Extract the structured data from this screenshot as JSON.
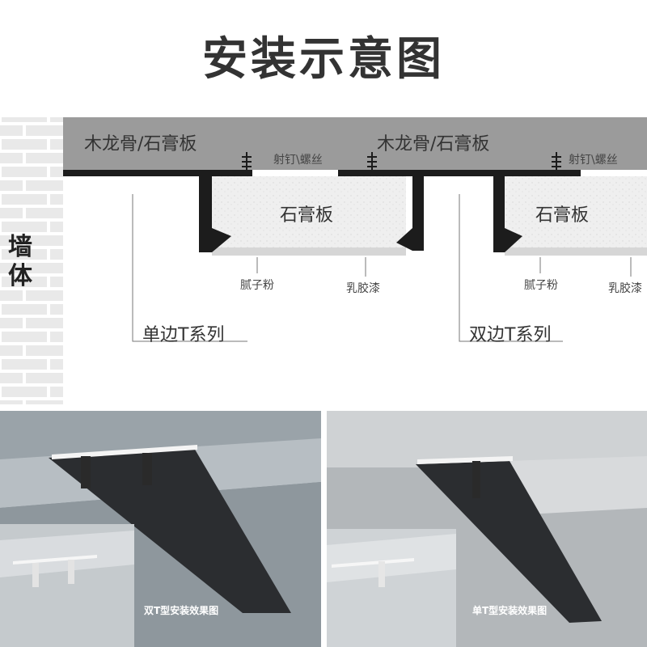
{
  "title": "安装示意图",
  "wall_label": [
    "墙",
    "体"
  ],
  "diagram": {
    "left_ceiling_label": "木龙骨/石膏板",
    "right_ceiling_label": "木龙骨/石膏板",
    "screw_label_left": "射钉\\螺丝",
    "screw_label_right": "射钉\\螺丝",
    "board_label_left": "石膏板",
    "board_label_right": "石膏板",
    "putty_label_left": "腻子粉",
    "latex_label_left": "乳胶漆",
    "putty_label_right": "腻子粉",
    "latex_label_right": "乳胶漆",
    "series_single": "单边T系列",
    "series_double": "双边T系列"
  },
  "photos": {
    "left_caption": "双T型安装效果图",
    "right_caption": "单T型安装效果图"
  },
  "colors": {
    "ceiling_band": "#9b9b9b",
    "profile": "#1c1c1c",
    "board": "#efefef",
    "wall": "#e6e6e6"
  }
}
